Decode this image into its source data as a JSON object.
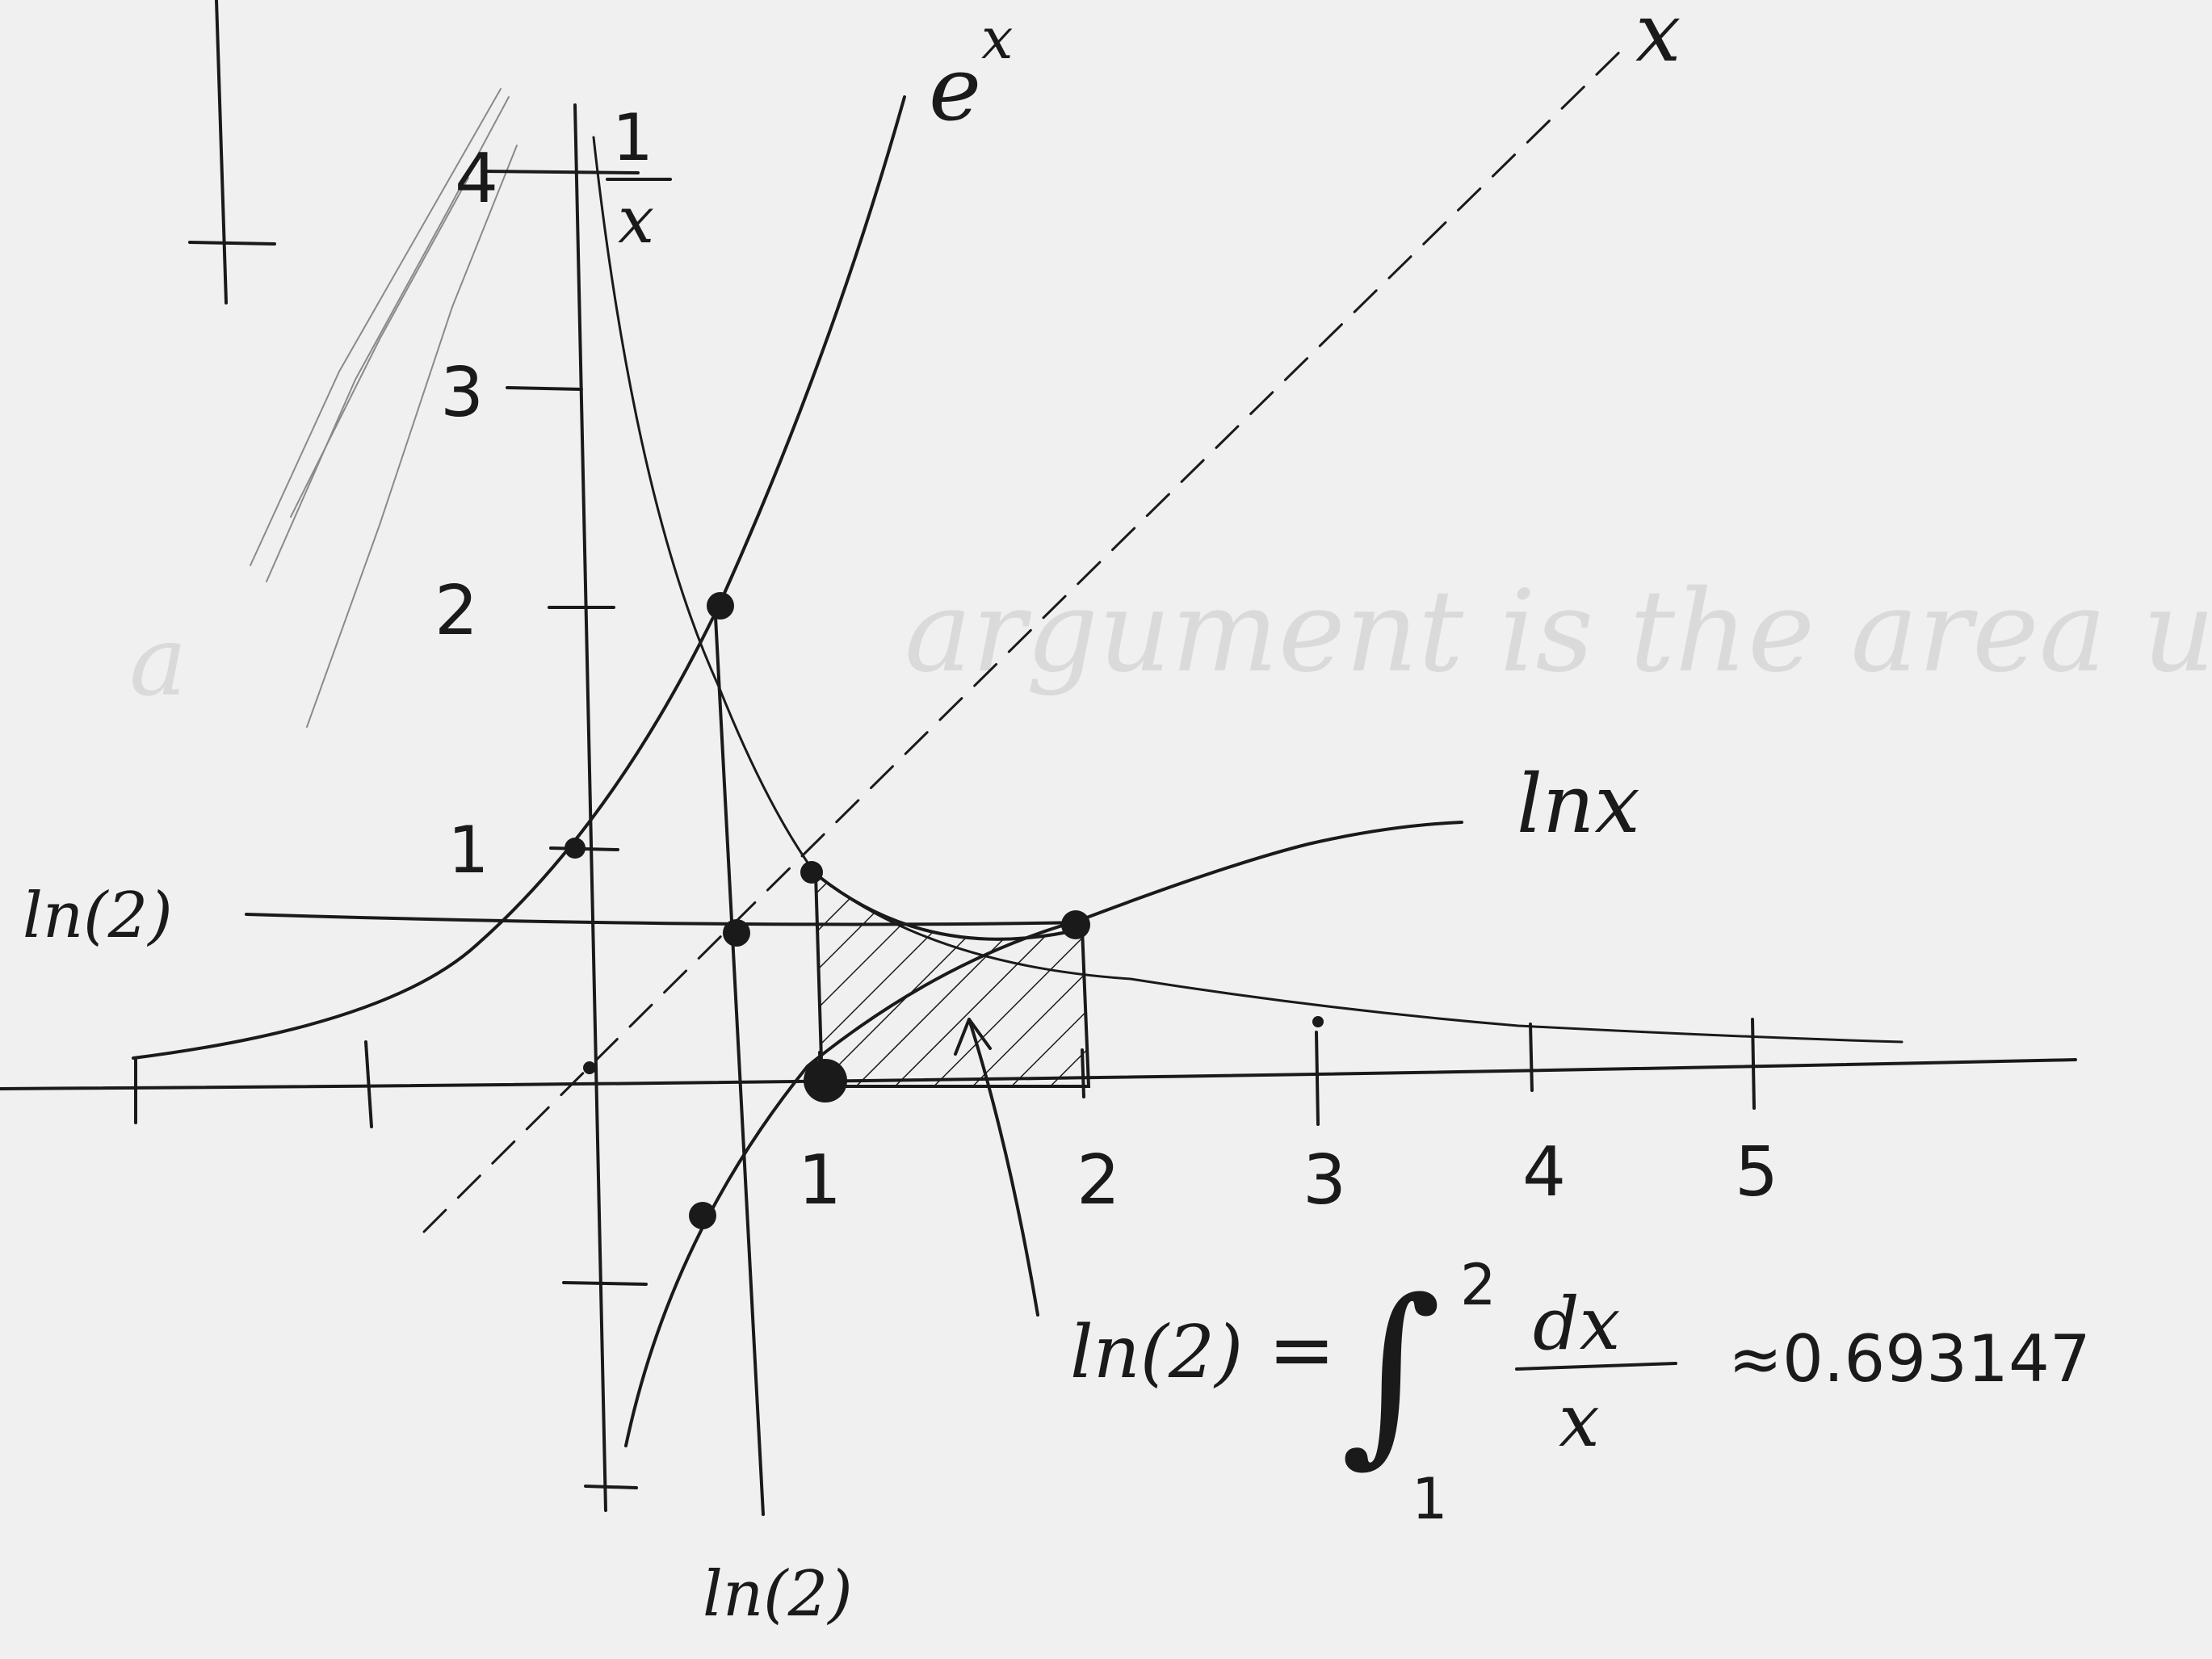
{
  "curves": [
    {
      "id": "ex",
      "label": "e^x",
      "base": "e",
      "exponent": "x"
    },
    {
      "id": "inv",
      "label": "1/x",
      "numerator": "1",
      "denominator": "x"
    },
    {
      "id": "identity",
      "label": "x"
    },
    {
      "id": "ln",
      "label": "ln x",
      "text": "lnx"
    }
  ],
  "axis": {
    "x_tick_labels": [
      "1",
      "2",
      "3",
      "4",
      "5"
    ],
    "y_tick_labels": [
      "1",
      "2",
      "3",
      "4"
    ]
  },
  "marks": {
    "ln2_left": "ln(2)",
    "ln2_bottom": "ln(2)"
  },
  "formula": {
    "lhs": "ln(2)",
    "equals": "=",
    "integral_sign": "∫",
    "upper_limit": "2",
    "lower_limit": "1",
    "numerator": "dx",
    "denominator": "x",
    "approx": "≈0.693147"
  },
  "shaded_region": {
    "from": 1,
    "to": 2,
    "function": "1/x"
  },
  "colors": {
    "ink": "#1a1a1a",
    "paper": "#f0f0f0",
    "pencil": "#8a8a8a"
  }
}
